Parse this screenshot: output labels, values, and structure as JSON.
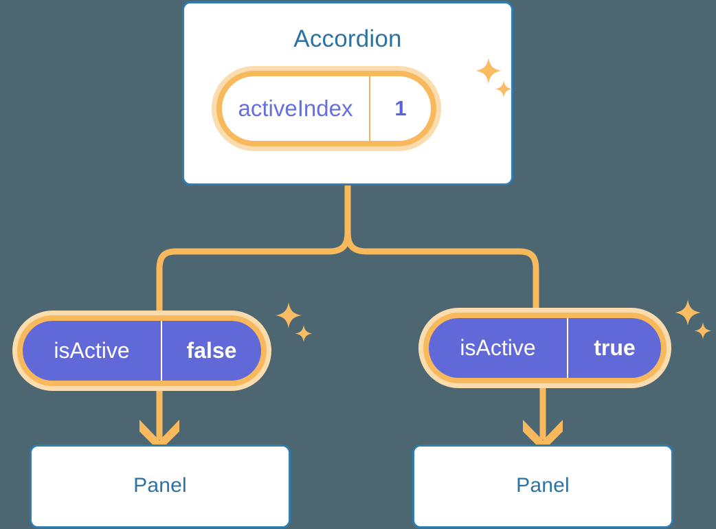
{
  "theme": {
    "background": "#4c6672",
    "card_border": "#2e7cb0",
    "card_background": "#ffffff",
    "title_text": "#2d72a4",
    "pill_ring_outer": "#fbdcae",
    "pill_ring_inner": "#f8b95c",
    "pill_purple_fill": "#6168d8",
    "pill_key_text_purple": "#6670dc",
    "pill_value_text_purple": "#5865d8",
    "pill_text_white": "#ffffff",
    "connector": "#f8b95c",
    "sparkle": "#f9bc62"
  },
  "diagram": {
    "type": "component-tree",
    "root": {
      "name": "accordion-component",
      "title": "Accordion",
      "state": {
        "key": "activeIndex",
        "value": "1",
        "style": "white"
      }
    },
    "children": [
      {
        "name": "panel-left",
        "props": {
          "key": "isActive",
          "value": "false",
          "style": "purple"
        },
        "title": "Panel"
      },
      {
        "name": "panel-right",
        "props": {
          "key": "isActive",
          "value": "true",
          "style": "purple"
        },
        "title": "Panel"
      }
    ]
  },
  "icons": {
    "sparkle_large": "sparkle-icon",
    "sparkle_small": "sparkle-small-icon",
    "arrow_down": "arrow-down-icon",
    "branch": "branch-connector-icon"
  }
}
